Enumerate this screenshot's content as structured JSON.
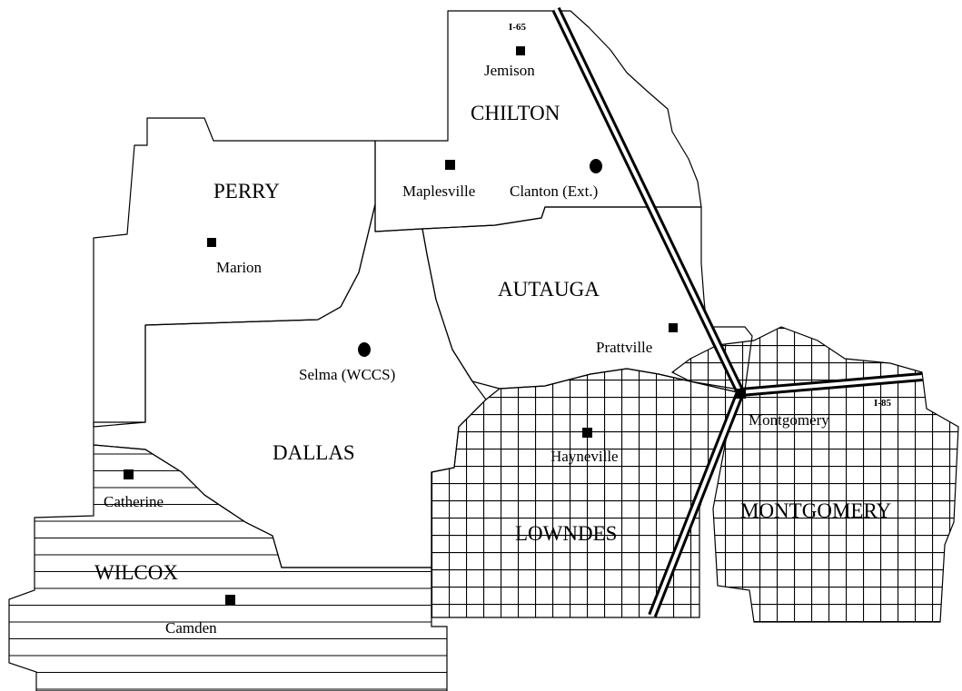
{
  "map": {
    "counties": [
      {
        "id": "chilton",
        "name": "CHILTON"
      },
      {
        "id": "perry",
        "name": "PERRY"
      },
      {
        "id": "autauga",
        "name": "AUTAUGA"
      },
      {
        "id": "dallas",
        "name": "DALLAS"
      },
      {
        "id": "wilcox",
        "name": "WILCOX"
      },
      {
        "id": "lowndes",
        "name": "LOWNDES"
      },
      {
        "id": "montgomery",
        "name": "MONTGOMERY"
      }
    ],
    "towns": [
      {
        "id": "jemison",
        "name": "Jemison",
        "marker": "square"
      },
      {
        "id": "maplesville",
        "name": "Maplesville",
        "marker": "square"
      },
      {
        "id": "clanton",
        "name": "Clanton (Ext.)",
        "marker": "circle"
      },
      {
        "id": "marion",
        "name": "Marion",
        "marker": "square"
      },
      {
        "id": "prattville",
        "name": "Prattville",
        "marker": "square"
      },
      {
        "id": "selma",
        "name": "Selma (WCCS)",
        "marker": "circle"
      },
      {
        "id": "hayneville",
        "name": "Hayneville",
        "marker": "square"
      },
      {
        "id": "montgomery-city",
        "name": "Montgomery",
        "marker": "square"
      },
      {
        "id": "catherine",
        "name": "Catherine",
        "marker": "square"
      },
      {
        "id": "camden",
        "name": "Camden",
        "marker": "square"
      }
    ],
    "highways": [
      {
        "id": "i65",
        "name": "I-65"
      },
      {
        "id": "i85",
        "name": "I-85"
      }
    ],
    "colors": {
      "ink": "#000000",
      "paper": "#ffffff"
    }
  }
}
